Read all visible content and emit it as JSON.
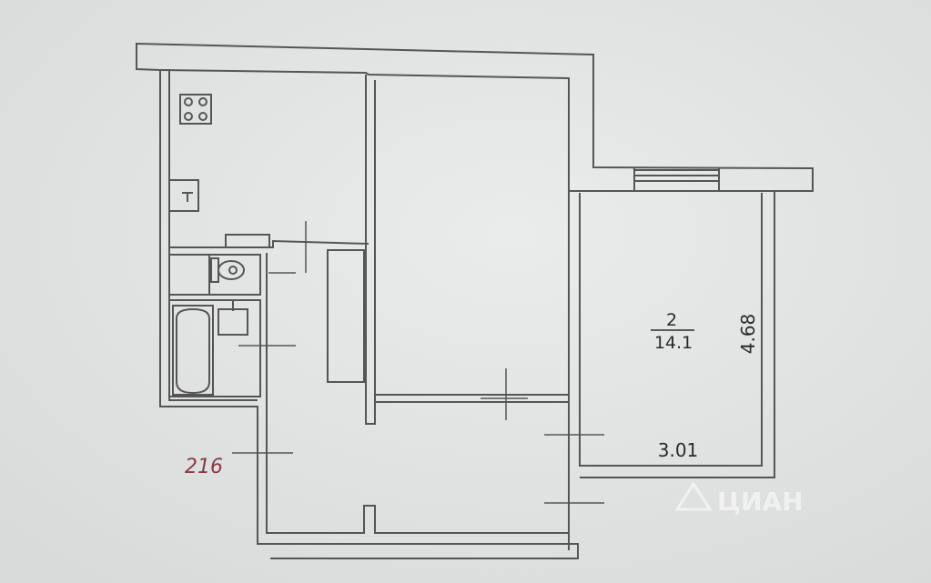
{
  "room": {
    "number": "2",
    "area": "14.1",
    "width": "3.01",
    "length": "4.68"
  },
  "apartment_number": "216",
  "watermark": {
    "brand": "ЦИАН"
  },
  "colors": {
    "background": "#e3e5e4",
    "wall_line": "#555555",
    "text": "#2a2a2a",
    "apartment_number": "#8a3a44",
    "watermark": "#ffffff"
  }
}
